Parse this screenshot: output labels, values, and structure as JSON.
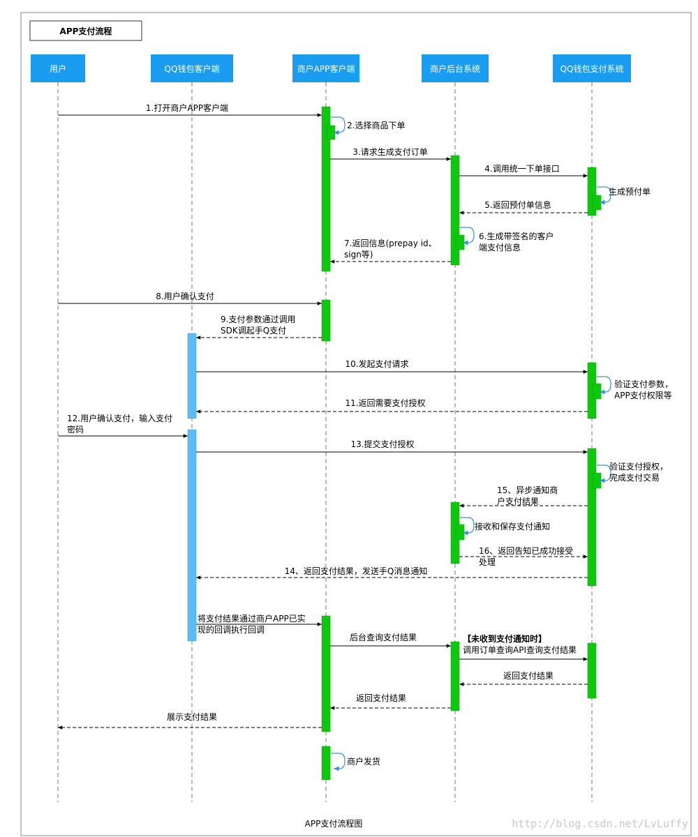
{
  "diagram": {
    "title": "APP支付流程",
    "caption": "APP支付流程图",
    "watermark": "http://blog.csdn.net/LvLuffy",
    "colors": {
      "header": "#1a9cf0",
      "activation_green": "#0fc70f",
      "activation_blue": "#5bbcf5",
      "self_arrow": "#3a8fd8",
      "line": "#000000",
      "frame": "#888888"
    },
    "participants": [
      {
        "id": "user",
        "label": "用户"
      },
      {
        "id": "qqclient",
        "label": "QQ钱包客户端"
      },
      {
        "id": "app",
        "label": "商户APP客户端"
      },
      {
        "id": "backend",
        "label": "商户后台系统"
      },
      {
        "id": "qqpay",
        "label": "QQ钱包支付系统"
      }
    ],
    "messages": [
      {
        "from": "user",
        "to": "app",
        "type": "sync",
        "lines": [
          "1.打开商户APP客户端"
        ]
      },
      {
        "from": "app",
        "to": "app",
        "type": "self",
        "lines": [
          "2.选择商品下单"
        ]
      },
      {
        "from": "app",
        "to": "backend",
        "type": "sync",
        "lines": [
          "3.请求生成支付订单"
        ]
      },
      {
        "from": "backend",
        "to": "qqpay",
        "type": "sync",
        "lines": [
          "4.调用统一下单接口"
        ]
      },
      {
        "from": "qqpay",
        "to": "qqpay",
        "type": "self",
        "lines": [
          "生成预付单"
        ]
      },
      {
        "from": "qqpay",
        "to": "backend",
        "type": "return",
        "lines": [
          "5.返回预付单信息"
        ]
      },
      {
        "from": "backend",
        "to": "backend",
        "type": "self",
        "lines": [
          "6.生成带签名的客户",
          "端支付信息"
        ]
      },
      {
        "from": "backend",
        "to": "app",
        "type": "return",
        "lines": [
          "7.返回信息(prepay id、",
          "sign等)"
        ]
      },
      {
        "from": "user",
        "to": "app",
        "type": "sync",
        "lines": [
          "8.用户确认支付"
        ]
      },
      {
        "from": "app",
        "to": "qqclient",
        "type": "return",
        "lines": [
          "9.支付参数通过调用",
          "SDK调起手Q支付"
        ]
      },
      {
        "from": "qqclient",
        "to": "qqpay",
        "type": "sync",
        "lines": [
          "10.发起支付请求"
        ]
      },
      {
        "from": "qqpay",
        "to": "qqpay",
        "type": "self",
        "lines": [
          "验证支付参数，",
          "APP支付权限等"
        ]
      },
      {
        "from": "qqpay",
        "to": "qqclient",
        "type": "return",
        "lines": [
          "11.返回需要支付授权"
        ]
      },
      {
        "from": "user",
        "to": "qqclient",
        "type": "sync",
        "lines": [
          "12.用户确认支付，输入支付",
          "密码"
        ]
      },
      {
        "from": "qqclient",
        "to": "qqpay",
        "type": "sync",
        "lines": [
          "13.提交支付授权"
        ]
      },
      {
        "from": "qqpay",
        "to": "qqpay",
        "type": "self",
        "lines": [
          "验证支付授权，",
          "完成支付交易"
        ]
      },
      {
        "from": "qqpay",
        "to": "backend",
        "type": "return",
        "lines": [
          "15、异步通知商",
          "户支付结果"
        ]
      },
      {
        "from": "backend",
        "to": "backend",
        "type": "self",
        "lines": [
          "接收和保存支付通知"
        ]
      },
      {
        "from": "backend",
        "to": "qqpay",
        "type": "return",
        "lines": [
          "16、返回告知已成功接受",
          "处理"
        ]
      },
      {
        "from": "qqpay",
        "to": "qqclient",
        "type": "return",
        "lines": [
          "14、返回支付结果，发送手Q消息通知"
        ]
      },
      {
        "from": "qqclient",
        "to": "app",
        "type": "sync",
        "lines": [
          "将支付结果通过商户APP已实",
          "现的回调执行回调"
        ]
      },
      {
        "from": "app",
        "to": "backend",
        "type": "sync",
        "lines": [
          "后台查询支付结果"
        ]
      },
      {
        "from": "backend",
        "to": "qqpay",
        "type": "sync",
        "lines": [
          "【未收到支付通知时】",
          "调用订单查询API查询支付结果"
        ]
      },
      {
        "from": "qqpay",
        "to": "backend",
        "type": "return",
        "lines": [
          "返回支付结果"
        ]
      },
      {
        "from": "backend",
        "to": "app",
        "type": "return",
        "lines": [
          "返回支付结果"
        ]
      },
      {
        "from": "app",
        "to": "user",
        "type": "return",
        "lines": [
          "展示支付结果"
        ]
      },
      {
        "from": "app",
        "to": "app",
        "type": "self",
        "lines": [
          "商户发货"
        ]
      }
    ]
  }
}
